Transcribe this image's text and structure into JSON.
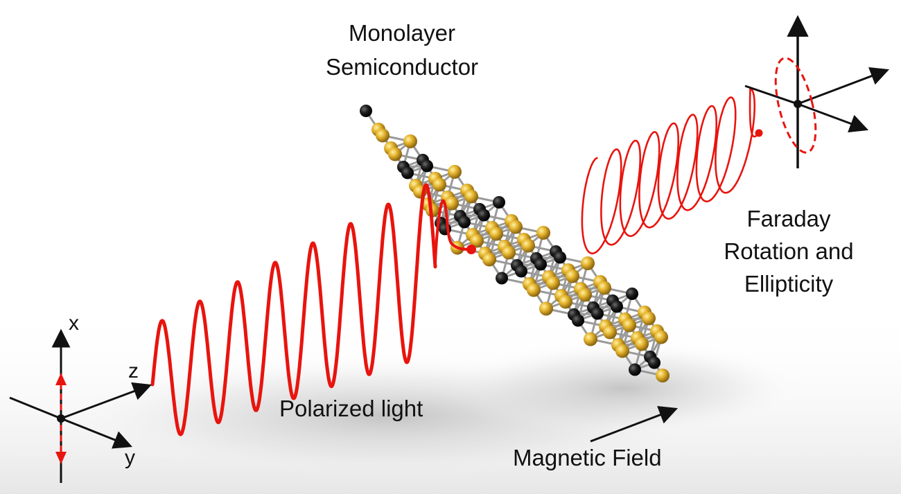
{
  "labels": {
    "semiconductor_line1": "Monolayer",
    "semiconductor_line2": "Semiconductor",
    "faraday_line1": "Faraday",
    "faraday_line2": "Rotation and",
    "faraday_line3": "Ellipticity",
    "polarized_light": "Polarized light",
    "magnetic_field": "Magnetic Field"
  },
  "axes": {
    "x": "x",
    "y": "y",
    "z": "z"
  },
  "colors": {
    "wave": "#e8140e",
    "axis": "#111111",
    "atom_gold": "#e2b22c",
    "atom_dark": "#1a1a1a",
    "bond": "#9a9a9a"
  }
}
